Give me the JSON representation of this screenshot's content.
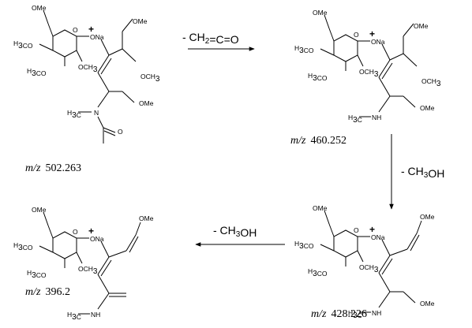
{
  "scheme": {
    "title": "",
    "compounds": [
      {
        "id": "c502",
        "mz_prefix": "m/z",
        "mz_value": "502.263",
        "labels": {
          "ch2_ome": "OMe",
          "ring_o": "O",
          "o_na": "ONa",
          "plus": "+",
          "h3co_1": "H3CO",
          "och3_ring": "OCH3",
          "h3co_2": "H3CO",
          "ome_top": "OMe",
          "och3_side": "OCH3",
          "n": "N",
          "h3c_n": "H3C",
          "o_carbonyl": "O",
          "ome_bottom": "OMe"
        }
      },
      {
        "id": "c460",
        "mz_prefix": "m/z",
        "mz_value": "460.252",
        "labels": {
          "ch2_ome": "OMe",
          "ring_o": "O",
          "o_na": "ONa",
          "plus": "+",
          "h3co_1": "H3CO",
          "och3_ring": "OCH3",
          "h3co_2": "H3CO",
          "ome_top": "OMe",
          "och3_side": "OCH3",
          "nh": "NH",
          "h3c_n": "H3C",
          "ome_bottom": "OMe"
        }
      },
      {
        "id": "c428",
        "mz_prefix": "m/z",
        "mz_value": "428.226",
        "labels": {
          "ch2_ome": "OMe",
          "ring_o": "O",
          "o_na": "ONa",
          "plus": "+",
          "h3co_1": "H3CO",
          "och3_ring": "OCH3",
          "h3co_2": "H3CO",
          "ome_top": "OMe",
          "nh": "NH",
          "h3c_n": "H3C",
          "ome_bottom": "OMe"
        }
      },
      {
        "id": "c396",
        "mz_prefix": "m/z",
        "mz_value": "396.2",
        "labels": {
          "ch2_ome": "OMe",
          "ring_o": "O",
          "o_na": "ONa",
          "plus": "+",
          "h3co_1": "H3CO",
          "och3_ring": "OCH3",
          "h3co_2": "H3CO",
          "ome_top": "OMe",
          "nh": "NH",
          "h3c_n": "H3C"
        }
      }
    ],
    "steps": [
      {
        "id": "step1",
        "label": "- CH2=C=O",
        "direction": "right"
      },
      {
        "id": "step2",
        "label": "- CH3OH",
        "direction": "down"
      },
      {
        "id": "step3",
        "label": "- CH3OH",
        "direction": "left"
      }
    ]
  }
}
